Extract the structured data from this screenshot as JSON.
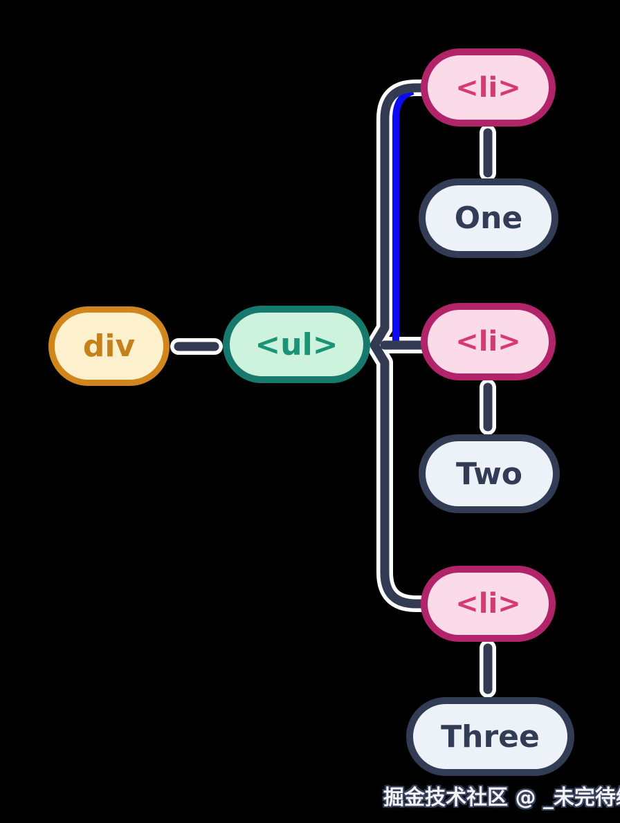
{
  "diagram": {
    "kind": "dom-tree",
    "nodes": {
      "div": {
        "label": "div"
      },
      "ul": {
        "label": "<ul>"
      },
      "li1": {
        "label": "<li>"
      },
      "li2": {
        "label": "<li>"
      },
      "li3": {
        "label": "<li>"
      },
      "one": {
        "label": "One"
      },
      "two": {
        "label": "Two"
      },
      "three": {
        "label": "Three"
      }
    },
    "colors": {
      "background": "#000000",
      "connector": "#323b52",
      "connector_casing": "#ffffff",
      "highlight_line": "#0c0cf2",
      "orange_border": "#d0861d",
      "orange_fill": "#fcf0cd",
      "orange_text": "#c6801c",
      "green_border": "#17786c",
      "green_fill": "#cdf2de",
      "green_text": "#1a9475",
      "pink_border": "#b2246a",
      "pink_fill": "#fbdbe7",
      "pink_text": "#d63a72",
      "navy_border": "#323c55",
      "navy_fill": "#edf1f8",
      "navy_text": "#323c55"
    },
    "watermark": "掘金技术社区 @ _未完待续"
  }
}
